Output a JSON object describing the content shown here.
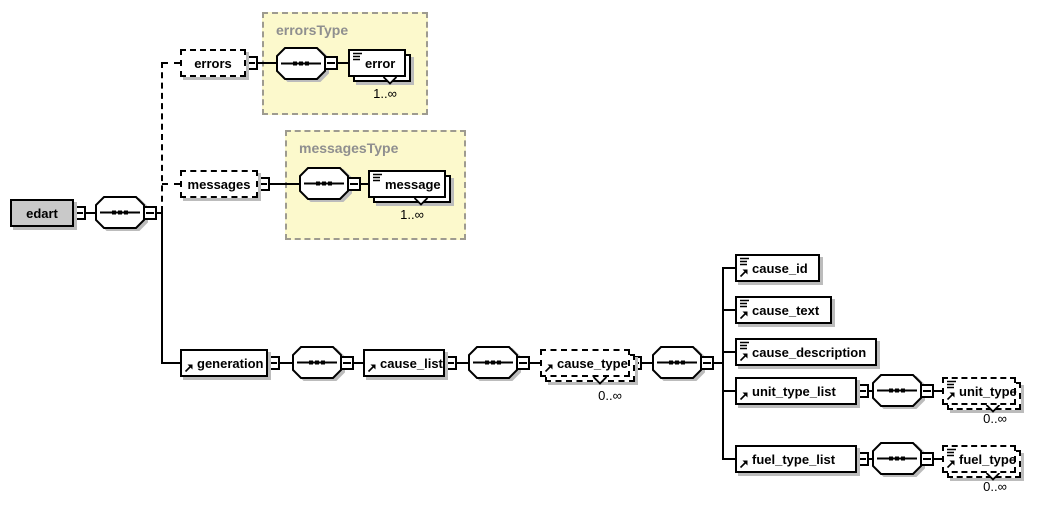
{
  "nodes": {
    "edart": {
      "label": "edart"
    },
    "errors": {
      "label": "errors"
    },
    "errorsType": {
      "label": "errorsType"
    },
    "error": {
      "label": "error",
      "occurs": "1..∞"
    },
    "messages": {
      "label": "messages"
    },
    "messagesType": {
      "label": "messagesType"
    },
    "message": {
      "label": "message",
      "occurs": "1..∞"
    },
    "generation": {
      "label": "generation"
    },
    "cause_list": {
      "label": "cause_list"
    },
    "cause_type": {
      "label": "cause_type",
      "occurs": "0..∞"
    },
    "cause_id": {
      "label": "cause_id"
    },
    "cause_text": {
      "label": "cause_text"
    },
    "cause_description": {
      "label": "cause_description"
    },
    "unit_type_list": {
      "label": "unit_type_list"
    },
    "unit_type": {
      "label": "unit_type",
      "occurs": "0..∞"
    },
    "fuel_type_list": {
      "label": "fuel_type_list"
    },
    "fuel_type": {
      "label": "fuel_type",
      "occurs": "0..∞"
    }
  },
  "colors": {
    "background": "#ffffff",
    "node_border": "#000000",
    "root_fill": "#c9c9c9",
    "shadow": "#bcbcbc",
    "group_fill": "#fcf9cc",
    "group_border": "#9e9b90",
    "group_label_text": "#8f8f8f"
  }
}
